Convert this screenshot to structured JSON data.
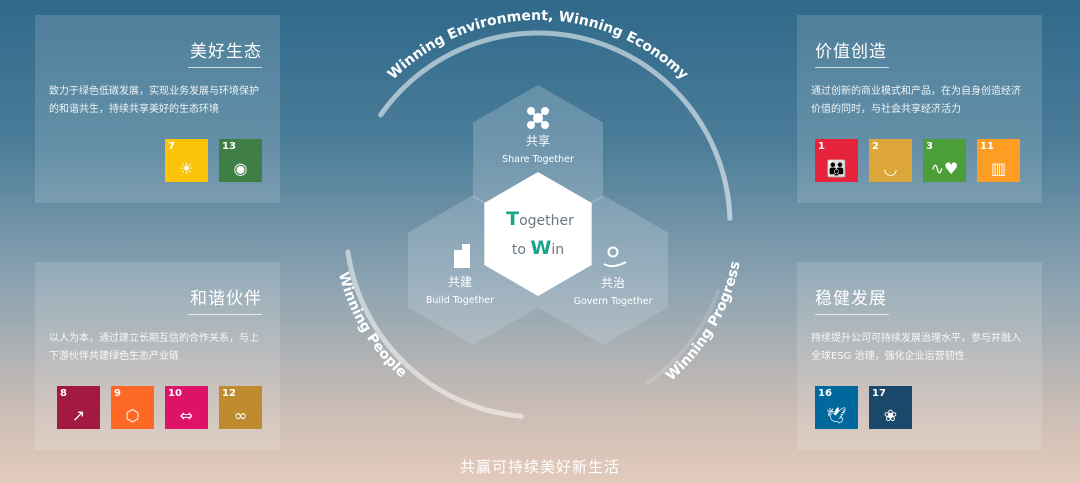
{
  "cards": [
    {
      "title": "美好生态",
      "text": "致力于绿色低碳发展，实现业务发展与环境保护的和谐共生，持续共享美好的生态环境",
      "sdgs": [
        {
          "num": "7",
          "color": "#fcc30b",
          "icon": "sun-icon"
        },
        {
          "num": "13",
          "color": "#3f7e44",
          "icon": "eye-earth-icon"
        }
      ]
    },
    {
      "title": "价值创造",
      "text": "通过创新的商业模式和产品，在为自身创造经济价值的同时，与社会共享经济活力",
      "sdgs": [
        {
          "num": "1",
          "color": "#e5243b",
          "icon": "family-icon"
        },
        {
          "num": "2",
          "color": "#dda63a",
          "icon": "bowl-icon"
        },
        {
          "num": "3",
          "color": "#4c9f38",
          "icon": "heartbeat-icon"
        },
        {
          "num": "11",
          "color": "#fd9d24",
          "icon": "buildings-icon"
        }
      ]
    },
    {
      "title": "和谐伙伴",
      "text": "以人为本，通过建立长期互信的合作关系，与上下游伙伴共建绿色生态产业链",
      "sdgs": [
        {
          "num": "8",
          "color": "#a21942",
          "icon": "growth-chart-icon"
        },
        {
          "num": "9",
          "color": "#fd6925",
          "icon": "cubes-icon"
        },
        {
          "num": "10",
          "color": "#dd1367",
          "icon": "equality-icon"
        },
        {
          "num": "12",
          "color": "#bf8b2e",
          "icon": "infinity-icon"
        }
      ]
    },
    {
      "title": "稳健发展",
      "text": "持续提升公司可持续发展治理水平，参与并融入全球ESG 治理，强化企业运营韧性",
      "sdgs": [
        {
          "num": "16",
          "color": "#00689d",
          "icon": "dove-icon"
        },
        {
          "num": "17",
          "color": "#19486a",
          "icon": "flower-rings-icon"
        }
      ]
    }
  ],
  "diagram": {
    "center": {
      "t": "T",
      "ogether": "ogether",
      "to": "to ",
      "w": "W",
      "in": "in",
      "accent": "#1aa58a"
    },
    "share": {
      "cn": "共享",
      "en": "Share Together"
    },
    "build": {
      "cn": "共建",
      "en": "Build Together"
    },
    "govern": {
      "cn": "共治",
      "en": "Govern Together"
    },
    "arc_top": "Winning Environment, Winning Economy",
    "arc_left": "Winning People",
    "arc_right": "Winning Progress"
  },
  "footer": "共赢可持续美好新生活"
}
